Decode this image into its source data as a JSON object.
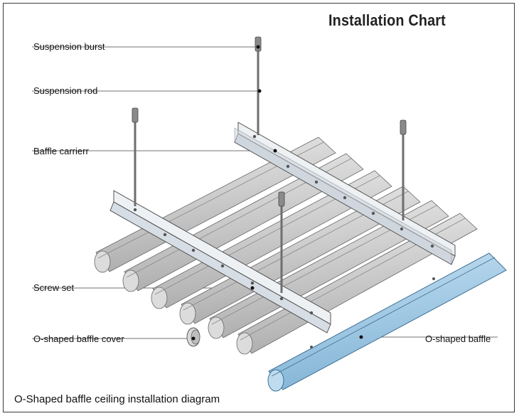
{
  "title": "Installation Chart",
  "caption": "O-Shaped baffle ceiling installation diagram",
  "labels": {
    "suspension_burst": "Suspension burst",
    "suspension_rod": "Suspension rod",
    "baffle_carrier": "Baffle carrierr",
    "screw_set": "Screw set",
    "baffle_cover": "O-shaped baffle cover",
    "baffle": "O-shaped baffle"
  },
  "colors": {
    "frame": "#3a3a3a",
    "grey_tube": "#d2d2d2",
    "blue_tube": "#a9cfe8",
    "carrier": "#dde3ea",
    "rod": "#777777"
  }
}
